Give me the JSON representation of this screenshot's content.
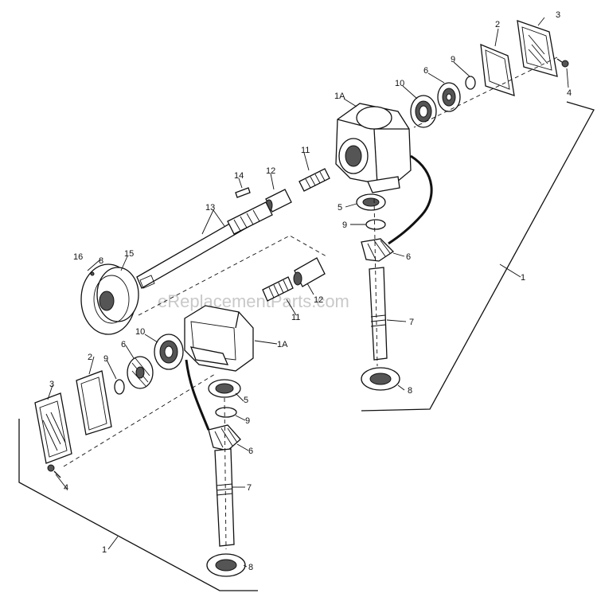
{
  "diagram": {
    "watermark": "eReplacementParts.com",
    "labels": {
      "top_1A": "1A",
      "top_2": "2",
      "top_3": "3",
      "top_4": "4",
      "top_6": "6",
      "top_9": "9",
      "top_10": "10",
      "top_11": "11",
      "top_12": "12",
      "top_13": "13",
      "top_14": "14",
      "top_5": "5",
      "top_9b": "9",
      "top_6b": "6",
      "top_7": "7",
      "top_8": "8",
      "top_1": "1",
      "wheel_16": "16",
      "wheel_8": "8",
      "wheel_15": "15",
      "mid_12": "12",
      "mid_11": "11",
      "bot_1A": "1A",
      "bot_10": "10",
      "bot_6": "6",
      "bot_9": "9",
      "bot_2": "2",
      "bot_3": "3",
      "bot_4": "4",
      "bot_5": "5",
      "bot_9b": "9",
      "bot_6b": "6",
      "bot_7": "7",
      "bot_8": "8",
      "bot_1": "1"
    }
  }
}
